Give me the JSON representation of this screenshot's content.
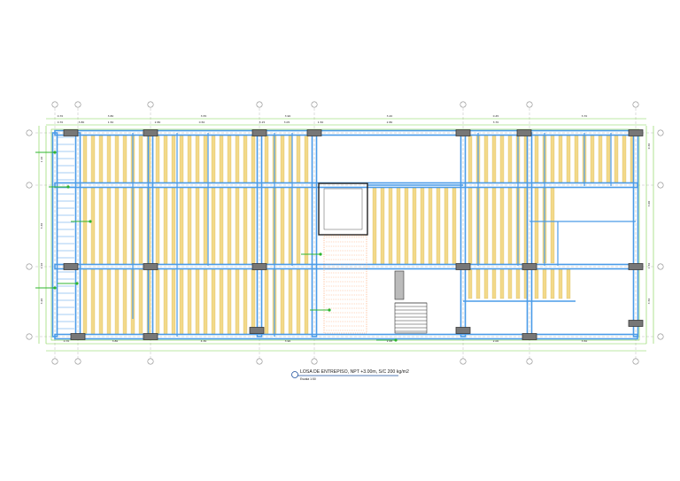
{
  "title": "LOSA DE ENTREPISO, NPT +3.00m, S/C 200 kg/m2",
  "scale": "Escala 1:50",
  "colors": {
    "beam": "#4a9be8",
    "beam_dark": "#1c4f9c",
    "joist": "#f2d98a",
    "dimension": "#7fd14a",
    "grid": "#8a8a8a",
    "column": "#3a3a3a",
    "accent_green": "#2fb52f"
  },
  "dimensions_top": [
    "0.70",
    "3.80",
    "1.50",
    "2.80",
    "0.50",
    "3.15",
    "3.05",
    "1.50",
    "2.80",
    "3.70"
  ],
  "dimensions_top_outer": [
    "0.70",
    "3.80",
    "3.55",
    "3.90",
    "3.20",
    "0.45",
    "3.70"
  ],
  "dimensions_bottom": [
    "0.70",
    "3.80",
    "4.30",
    "3.90",
    "1.95",
    "2.00",
    "3.50"
  ],
  "dimensions_left": [
    "1.10",
    "3.30",
    "1.10",
    "3.20"
  ],
  "dimensions_right": [
    "0.30",
    "3.00",
    "1.50",
    "3.50"
  ]
}
